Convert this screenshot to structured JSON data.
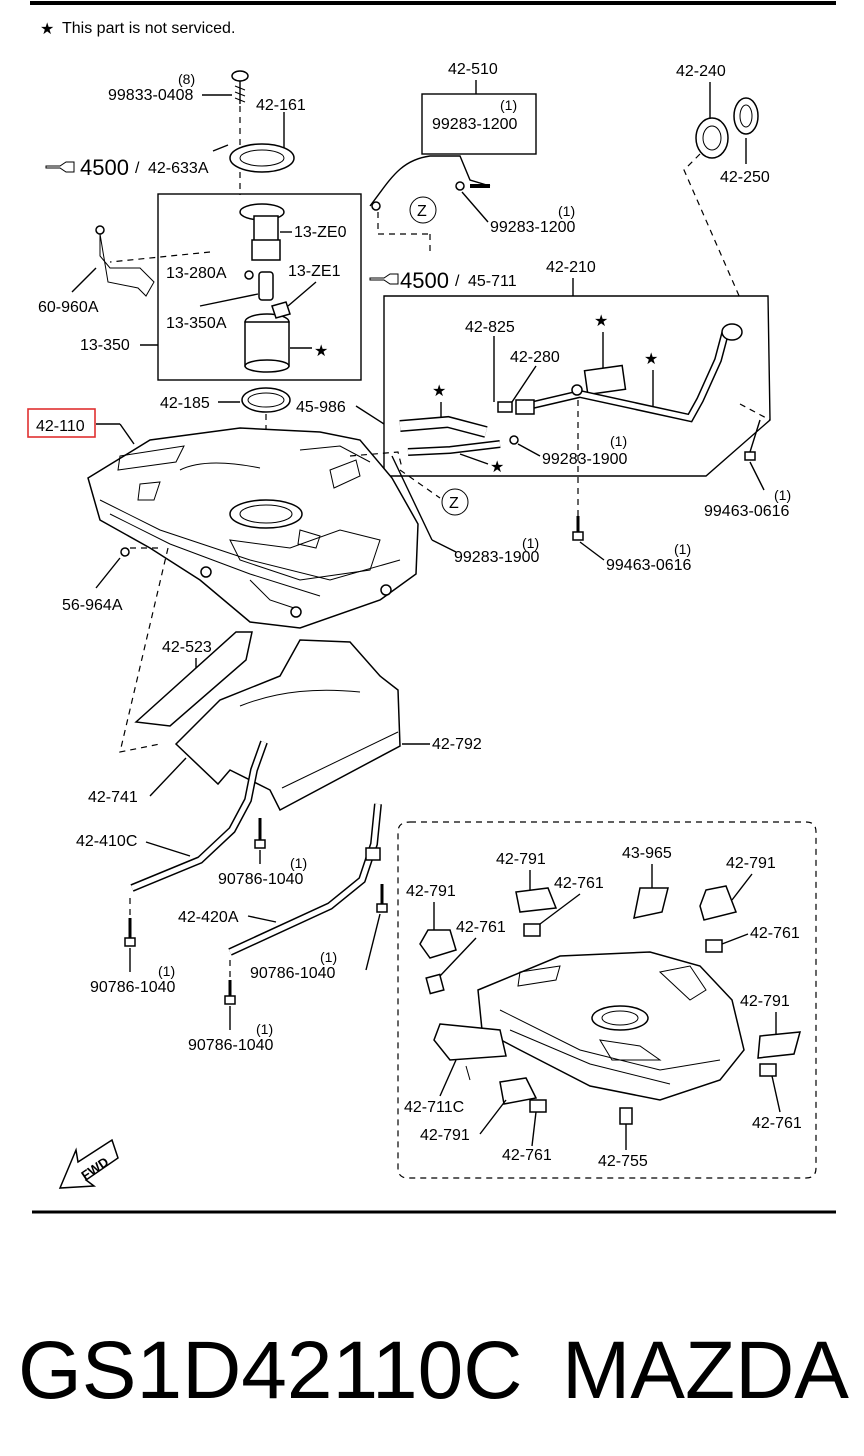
{
  "note": "This part is not serviced.",
  "star_glyph": "★",
  "callouts": {
    "c99833": "99833-0408",
    "c99833_qty": "(8)",
    "c42_161": "42-161",
    "c4500a": "4500",
    "c42_633a": "42-633A",
    "c42_510": "42-510",
    "c99283_1200_a": "99283-1200",
    "c99283_1200_a_qty": "(1)",
    "c99283_1200_b": "99283-1200",
    "c99283_1200_b_qty": "(1)",
    "c42_240": "42-240",
    "c42_250": "42-250",
    "c13_ze0": "13-ZE0",
    "c13_280a": "13-280A",
    "c13_ze1": "13-ZE1",
    "c13_350a": "13-350A",
    "c13_350": "13-350",
    "c60_960a": "60-960A",
    "c4500b": "4500",
    "c45_711": "45-711",
    "c42_210": "42-210",
    "c42_825": "42-825",
    "c42_280": "42-280",
    "c42_185": "42-185",
    "c45_986": "45-986",
    "c42_110": "42-110",
    "c99283_1900_a": "99283-1900",
    "c99283_1900_a_qty": "(1)",
    "c99283_1900_b": "99283-1900",
    "c99283_1900_b_qty": "(1)",
    "c99463_0616_a": "99463-0616",
    "c99463_0616_a_qty": "(1)",
    "c99463_0616_b": "99463-0616",
    "c99463_0616_b_qty": "(1)",
    "c56_964a": "56-964A",
    "c42_523": "42-523",
    "c42_792": "42-792",
    "c42_741": "42-741",
    "c42_410c": "42-410C",
    "c90786_1040_a": "90786-1040",
    "c90786_1040_a_qty": "(1)",
    "c42_420a": "42-420A",
    "c90786_1040_b": "90786-1040",
    "c90786_1040_b_qty": "(1)",
    "c90786_1040_c": "90786-1040",
    "c90786_1040_c_qty": "(1)",
    "c90786_1040_d": "90786-1040",
    "c90786_1040_d_qty": "(1)",
    "d42_791_a": "42-791",
    "d42_761_a": "42-761",
    "d43_965": "43-965",
    "d42_791_b": "42-791",
    "d42_791_c": "42-791",
    "d42_761_b": "42-761",
    "d42_761_c": "42-761",
    "d42_791_d": "42-791",
    "d42_711c": "42-711C",
    "d42_791_e": "42-791",
    "d42_761_d": "42-761",
    "d42_755": "42-755",
    "d42_761_e": "42-761",
    "z_mark_a": "Z",
    "z_mark_b": "Z",
    "fwd": "FWD"
  },
  "footer": {
    "part_number": "GS1D42110C",
    "brand": "MAZDA"
  },
  "colors": {
    "highlight": "#e03030",
    "ink": "#000000",
    "background": "#ffffff"
  }
}
